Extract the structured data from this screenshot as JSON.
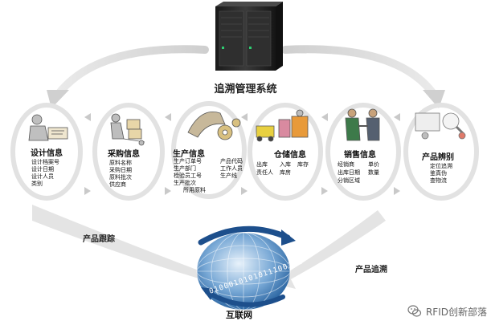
{
  "title": "追溯管理系统",
  "stages": [
    {
      "title": "设计信息",
      "items": [
        "设计档案号",
        "设计日期",
        "设计人员",
        "类别"
      ]
    },
    {
      "title": "采购信息",
      "items": [
        "原料名称",
        "采购日期",
        "原料批次",
        "供应商"
      ]
    },
    {
      "title": "生产信息",
      "items": [
        "生产订单号",
        "生产部门",
        "检验员工号",
        "生产批次",
        "所用原料",
        "产品代码",
        "工作人员",
        "生产线"
      ]
    },
    {
      "title": "仓储信息",
      "items": [
        "出库",
        "入库",
        "库存",
        "责任人",
        "库房"
      ]
    },
    {
      "title": "销售信息",
      "items": [
        "经销商",
        "单价",
        "出库日期",
        "数量",
        "分销区域"
      ]
    },
    {
      "title": "产品辨别",
      "items": [
        "定位追溯",
        "鉴真伪",
        "查物流"
      ]
    }
  ],
  "bottom": {
    "left_label": "产品跟踪",
    "right_label": "产品追溯",
    "globe_label": "互联网",
    "binary_text": "0100010101011100101"
  },
  "watermark": "RFID创新部落",
  "colors": {
    "arrow_gray": "#d9d9d9",
    "globe_blue": "#2a6fb4",
    "server_dark": "#2b2b2b"
  }
}
